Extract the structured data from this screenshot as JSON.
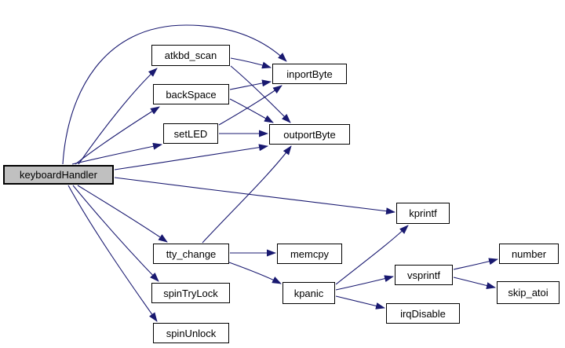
{
  "diagram": {
    "type": "call-graph",
    "root_function": "keyboardHandler",
    "colors": {
      "edge": "#191970",
      "node_border": "#000000",
      "node_fill": "#ffffff",
      "root_fill": "#c0c0c0",
      "text": "#000000",
      "background": "#ffffff"
    },
    "nodes": [
      {
        "id": "keyboardHandler",
        "label": "keyboardHandler",
        "is_root": true
      },
      {
        "id": "atkbd_scan",
        "label": "atkbd_scan"
      },
      {
        "id": "backSpace",
        "label": "backSpace"
      },
      {
        "id": "setLED",
        "label": "setLED"
      },
      {
        "id": "inportByte",
        "label": "inportByte"
      },
      {
        "id": "outportByte",
        "label": "outportByte"
      },
      {
        "id": "kprintf",
        "label": "kprintf"
      },
      {
        "id": "tty_change",
        "label": "tty_change"
      },
      {
        "id": "memcpy",
        "label": "memcpy"
      },
      {
        "id": "spinTryLock",
        "label": "spinTryLock"
      },
      {
        "id": "spinUnlock",
        "label": "spinUnlock"
      },
      {
        "id": "kpanic",
        "label": "kpanic"
      },
      {
        "id": "vsprintf",
        "label": "vsprintf"
      },
      {
        "id": "irqDisable",
        "label": "irqDisable"
      },
      {
        "id": "number",
        "label": "number"
      },
      {
        "id": "skip_atoi",
        "label": "skip_atoi"
      }
    ],
    "edges": [
      {
        "from": "keyboardHandler",
        "to": "atkbd_scan"
      },
      {
        "from": "keyboardHandler",
        "to": "backSpace"
      },
      {
        "from": "keyboardHandler",
        "to": "setLED"
      },
      {
        "from": "keyboardHandler",
        "to": "inportByte"
      },
      {
        "from": "keyboardHandler",
        "to": "outportByte"
      },
      {
        "from": "keyboardHandler",
        "to": "kprintf"
      },
      {
        "from": "keyboardHandler",
        "to": "tty_change"
      },
      {
        "from": "keyboardHandler",
        "to": "spinTryLock"
      },
      {
        "from": "keyboardHandler",
        "to": "spinUnlock"
      },
      {
        "from": "atkbd_scan",
        "to": "inportByte"
      },
      {
        "from": "atkbd_scan",
        "to": "outportByte"
      },
      {
        "from": "backSpace",
        "to": "inportByte"
      },
      {
        "from": "backSpace",
        "to": "outportByte"
      },
      {
        "from": "setLED",
        "to": "inportByte"
      },
      {
        "from": "setLED",
        "to": "outportByte"
      },
      {
        "from": "tty_change",
        "to": "outportByte"
      },
      {
        "from": "tty_change",
        "to": "memcpy"
      },
      {
        "from": "tty_change",
        "to": "kpanic"
      },
      {
        "from": "kpanic",
        "to": "kprintf"
      },
      {
        "from": "kpanic",
        "to": "vsprintf"
      },
      {
        "from": "kpanic",
        "to": "irqDisable"
      },
      {
        "from": "vsprintf",
        "to": "number"
      },
      {
        "from": "vsprintf",
        "to": "skip_atoi"
      }
    ]
  }
}
